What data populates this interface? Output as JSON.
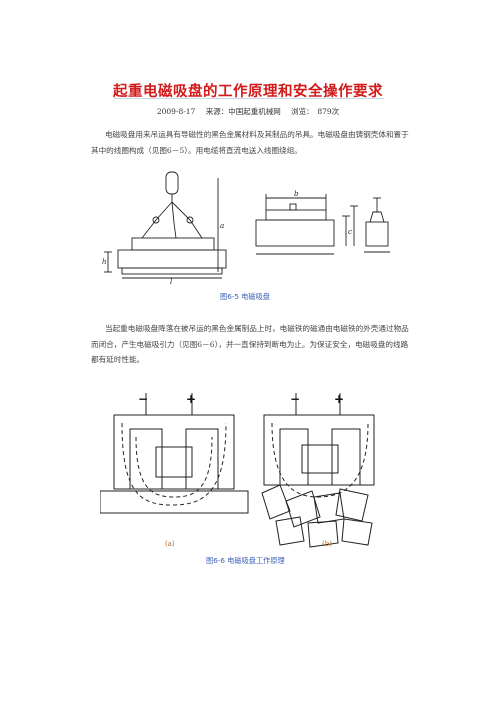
{
  "article": {
    "title": "起重电磁吸盘的工作原理和安全操作要求",
    "meta": {
      "date": "2009-8-17",
      "source": "来源：中国起重机械网",
      "views": "浏览：　879次"
    },
    "paragraph1": "电磁吸盘用来吊运具有导磁性的黑色金属材料及其制品的吊具。电磁吸盘由铸钢壳体和置于其中的线圈构成（见图6－5）。用电缆将直流电送入线圈绕组。",
    "figure1_caption": "图6-5 电磁吸盘",
    "paragraph2": "当起重电磁吸盘降落在被吊运的黑色金属制品上时，电磁铁的磁通由电磁铁的外壳通过物品而闭合，产生电磁吸引力（见图6－6），并一直保持到断电为止。为保证安全，电磁吸盘的线路都有延时性能。",
    "figure2_caption": "图6-6 电磁吸盘工作原理",
    "figure2_sub_a": "(a)",
    "figure2_sub_b": "(b)"
  },
  "figure_labels": {
    "dim_a": "a",
    "dim_b": "b",
    "dim_c": "c",
    "dim_h": "h",
    "dim_l": "l",
    "minus": "−",
    "plus": "+"
  }
}
